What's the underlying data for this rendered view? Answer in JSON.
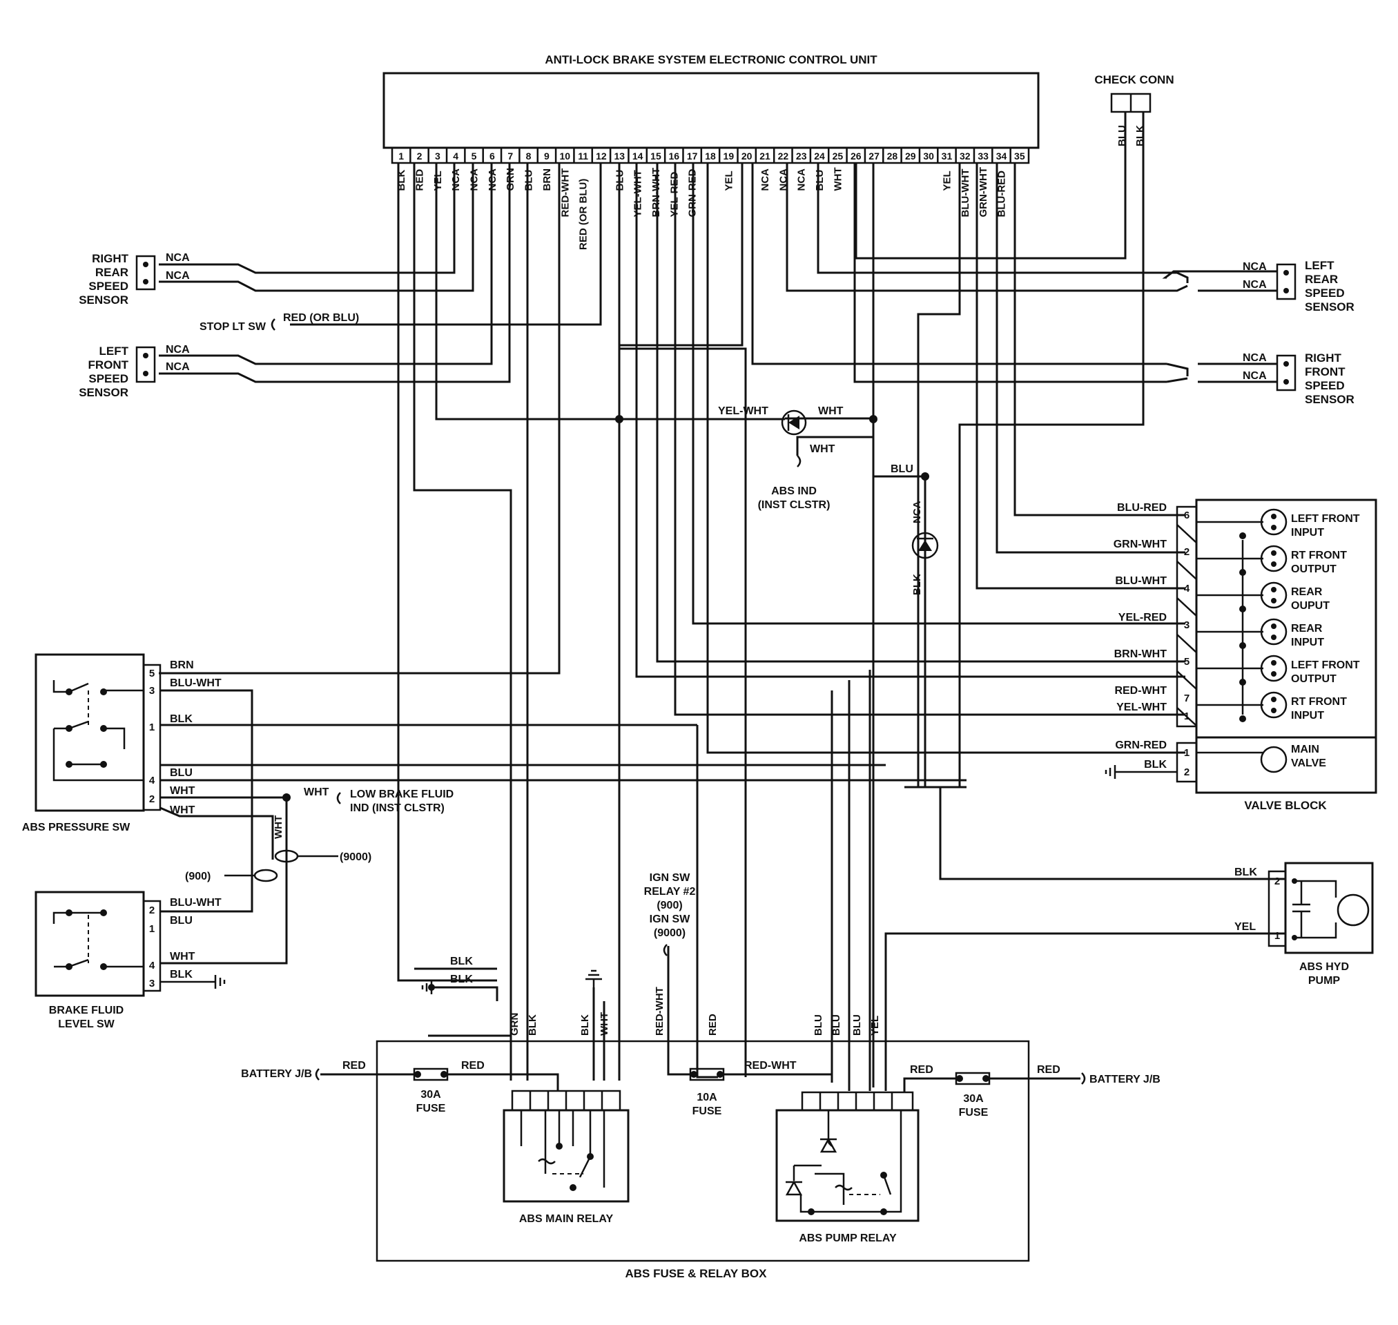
{
  "ecu": {
    "title": "ANTI-LOCK BRAKE SYSTEM ELECTRONIC CONTROL UNIT",
    "pins": [
      "1",
      "2",
      "3",
      "4",
      "5",
      "6",
      "7",
      "8",
      "9",
      "10",
      "11",
      "12",
      "13",
      "14",
      "15",
      "16",
      "17",
      "18",
      "19",
      "20",
      "21",
      "22",
      "23",
      "24",
      "25",
      "26",
      "27",
      "28",
      "29",
      "30",
      "31",
      "32",
      "33",
      "34",
      "35"
    ],
    "wire_colors": [
      "BLK",
      "RED",
      "YEL",
      "NCA",
      "NCA",
      "NCA",
      "GRN",
      "BLU",
      "BRN",
      "RED-WHT",
      "RED (OR BLU)",
      "",
      "BLU",
      "YEL-WHT",
      "BRN-WHT",
      "YEL-RED",
      "GRN-RED",
      "",
      "YEL",
      "",
      "NCA",
      "NCA",
      "NCA",
      "BLU",
      "WHT",
      "",
      "",
      "",
      "",
      "",
      "YEL",
      "BLU-WHT",
      "GRN-WHT",
      "BLU-RED",
      ""
    ]
  },
  "check_conn": {
    "label": "CHECK CONN",
    "wires": [
      "BLU",
      "BLK"
    ]
  },
  "sensors": {
    "right_rear": {
      "lines": [
        "RIGHT",
        "REAR",
        "SPEED",
        "SENSOR"
      ],
      "wires": [
        "NCA",
        "NCA"
      ]
    },
    "left_front": {
      "lines": [
        "LEFT",
        "FRONT",
        "SPEED",
        "SENSOR"
      ],
      "wires": [
        "NCA",
        "NCA"
      ]
    },
    "left_rear": {
      "lines": [
        "LEFT",
        "REAR",
        "SPEED",
        "SENSOR"
      ],
      "wires": [
        "NCA",
        "NCA"
      ]
    },
    "right_front": {
      "lines": [
        "RIGHT",
        "FRONT",
        "SPEED",
        "SENSOR"
      ],
      "wires": [
        "NCA",
        "NCA"
      ]
    }
  },
  "stop_lt": {
    "label": "STOP LT SW",
    "wire": "RED (OR BLU)"
  },
  "abs_ind": {
    "lines": [
      "ABS IND",
      "(INST CLSTR)"
    ],
    "wire_left": "YEL-WHT",
    "wire_right": "WHT",
    "wire_down": "WHT"
  },
  "diode_nca": {
    "top": "BLU",
    "mid": "NCA",
    "bottom": "BLK"
  },
  "valve_block": {
    "label": "VALVE BLOCK",
    "rows": [
      {
        "wire": "BLU-RED",
        "pin": "6",
        "name": [
          "LEFT FRONT",
          "INPUT"
        ]
      },
      {
        "wire": "GRN-WHT",
        "pin": "2",
        "name": [
          "RT FRONT",
          "OUTPUT"
        ]
      },
      {
        "wire": "BLU-WHT",
        "pin": "4",
        "name": [
          "REAR",
          "OUPUT"
        ]
      },
      {
        "wire": "YEL-RED",
        "pin": "3",
        "name": [
          "REAR",
          "INPUT"
        ]
      },
      {
        "wire": "BRN-WHT",
        "pin": "5",
        "name": [
          "LEFT FRONT",
          "OUTPUT"
        ]
      },
      {
        "wire": "RED-WHT",
        "pin": "7",
        "name": [
          "RT FRONT",
          "INPUT"
        ]
      },
      {
        "wire": "YEL-WHT",
        "pin": "1",
        "name": []
      }
    ],
    "main_rows": [
      {
        "wire": "GRN-RED",
        "pin": "1",
        "name": [
          "MAIN",
          "VALVE"
        ]
      },
      {
        "wire": "BLK",
        "pin": "2",
        "name": []
      }
    ]
  },
  "pressure_sw": {
    "label": "ABS PRESSURE SW",
    "pins": [
      "5",
      "3",
      "1",
      "4",
      "2"
    ],
    "wires": [
      "BRN",
      "BLU-WHT",
      "BLK",
      "BLU",
      "WHT",
      "WHT"
    ]
  },
  "low_fluid": {
    "lines": [
      "LOW BRAKE FLUID",
      "IND (INST CLSTR)"
    ],
    "wire": "WHT",
    "vertical_wire": "WHT"
  },
  "refs": {
    "r900": "(900)",
    "r9000": "(9000)"
  },
  "fluid_sw": {
    "lines": [
      "BRAKE FLUID",
      "LEVEL SW"
    ],
    "pins": [
      "2",
      "1",
      "4",
      "3"
    ],
    "wires": [
      "BLU-WHT",
      "BLU",
      "WHT",
      "BLK"
    ]
  },
  "ground_blk": [
    "BLK",
    "BLK"
  ],
  "ign": {
    "lines": [
      "IGN SW",
      "RELAY #2",
      "(900)",
      "IGN SW",
      "(9000)"
    ]
  },
  "hyd_pump": {
    "lines": [
      "ABS HYD",
      "PUMP"
    ],
    "pins": [
      "2",
      "1"
    ],
    "wires": [
      "BLK",
      "YEL"
    ]
  },
  "relay_box": {
    "label": "ABS FUSE & RELAY BOX",
    "main_relay": "ABS MAIN RELAY",
    "pump_relay": "ABS PUMP RELAY",
    "fuse_left": [
      "30A",
      "FUSE"
    ],
    "fuse_mid": [
      "10A",
      "FUSE"
    ],
    "fuse_right": [
      "30A",
      "FUSE"
    ],
    "battery_left": "BATTERY J/B",
    "battery_right": "BATTERY J/B",
    "wire_red_1": "RED",
    "wire_red_2": "RED",
    "wire_red_wht": "RED-WHT",
    "wire_red_3": "RED",
    "wire_red_4": "RED",
    "vert_labels": [
      "GRN",
      "BLK",
      "BLK",
      "WHT",
      "RED-WHT",
      "RED",
      "BLU",
      "BLU",
      "BLU",
      "YEL"
    ]
  }
}
